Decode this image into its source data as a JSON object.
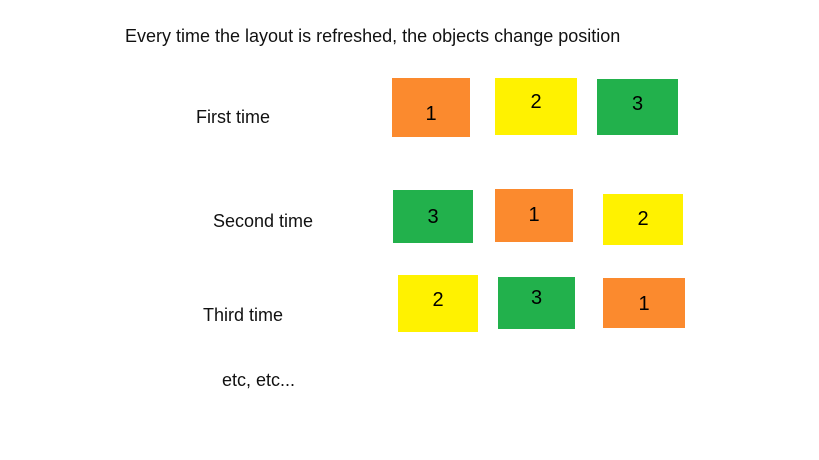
{
  "title": "Every time the layout is refreshed, the objects change position",
  "footer": "etc, etc...",
  "colors": {
    "orange": "#FB8A2E",
    "yellow": "#FFF200",
    "green": "#22B14C"
  },
  "rows": [
    {
      "label": "First time",
      "boxes": [
        {
          "num": "1",
          "color_name": "orange",
          "color": "#FB8A2E"
        },
        {
          "num": "2",
          "color_name": "yellow",
          "color": "#FFF200"
        },
        {
          "num": "3",
          "color_name": "green",
          "color": "#22B14C"
        }
      ]
    },
    {
      "label": "Second time",
      "boxes": [
        {
          "num": "3",
          "color_name": "green",
          "color": "#22B14C"
        },
        {
          "num": "1",
          "color_name": "orange",
          "color": "#FB8A2E"
        },
        {
          "num": "2",
          "color_name": "yellow",
          "color": "#FFF200"
        }
      ]
    },
    {
      "label": "Third time",
      "boxes": [
        {
          "num": "2",
          "color_name": "yellow",
          "color": "#FFF200"
        },
        {
          "num": "3",
          "color_name": "green",
          "color": "#22B14C"
        },
        {
          "num": "1",
          "color_name": "orange",
          "color": "#FB8A2E"
        }
      ]
    }
  ]
}
